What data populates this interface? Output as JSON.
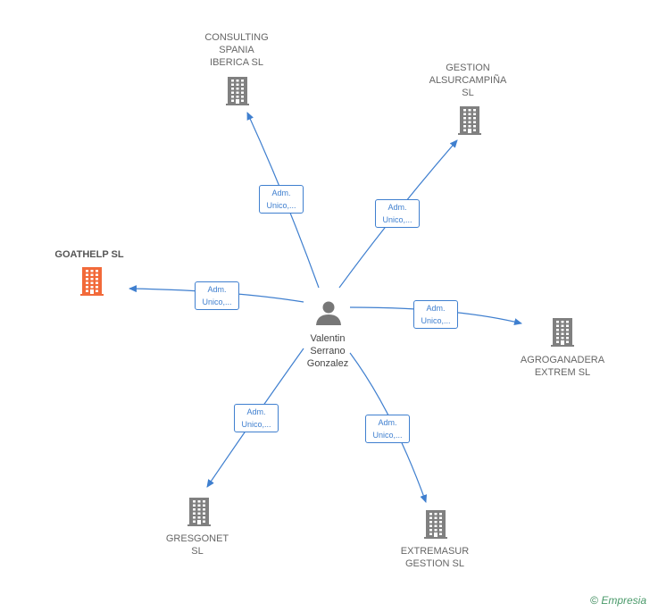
{
  "center": {
    "label": "Valentin\nSerrano\nGonzalez"
  },
  "nodes": [
    {
      "id": "consulting",
      "label": "CONSULTING\nSPANIA\nIBERICA  SL",
      "color": "#808080"
    },
    {
      "id": "gestion_als",
      "label": "GESTION\nALSURCAMPIÑA\nSL",
      "color": "#808080"
    },
    {
      "id": "goathelp",
      "label": "GOATHELP  SL",
      "color": "#f26a3a",
      "focus": true
    },
    {
      "id": "agroganadera",
      "label": "AGROGANADERA\nEXTREM  SL",
      "color": "#808080"
    },
    {
      "id": "gresgonet",
      "label": "GRESGONET\nSL",
      "color": "#808080"
    },
    {
      "id": "extremasur",
      "label": "EXTREMASUR\nGESTION  SL",
      "color": "#808080"
    }
  ],
  "edges": [
    {
      "to": "consulting",
      "label": "Adm.\nUnico,..."
    },
    {
      "to": "gestion_als",
      "label": "Adm.\nUnico,..."
    },
    {
      "to": "goathelp",
      "label": "Adm.\nUnico,..."
    },
    {
      "to": "agroganadera",
      "label": "Adm.\nUnico,..."
    },
    {
      "to": "gresgonet",
      "label": "Adm.\nUnico,..."
    },
    {
      "to": "extremasur",
      "label": "Adm.\nUnico,..."
    }
  ],
  "edge_color": "#3f7fcf",
  "footer": {
    "copyright": "©",
    "brand": "Empresia"
  }
}
